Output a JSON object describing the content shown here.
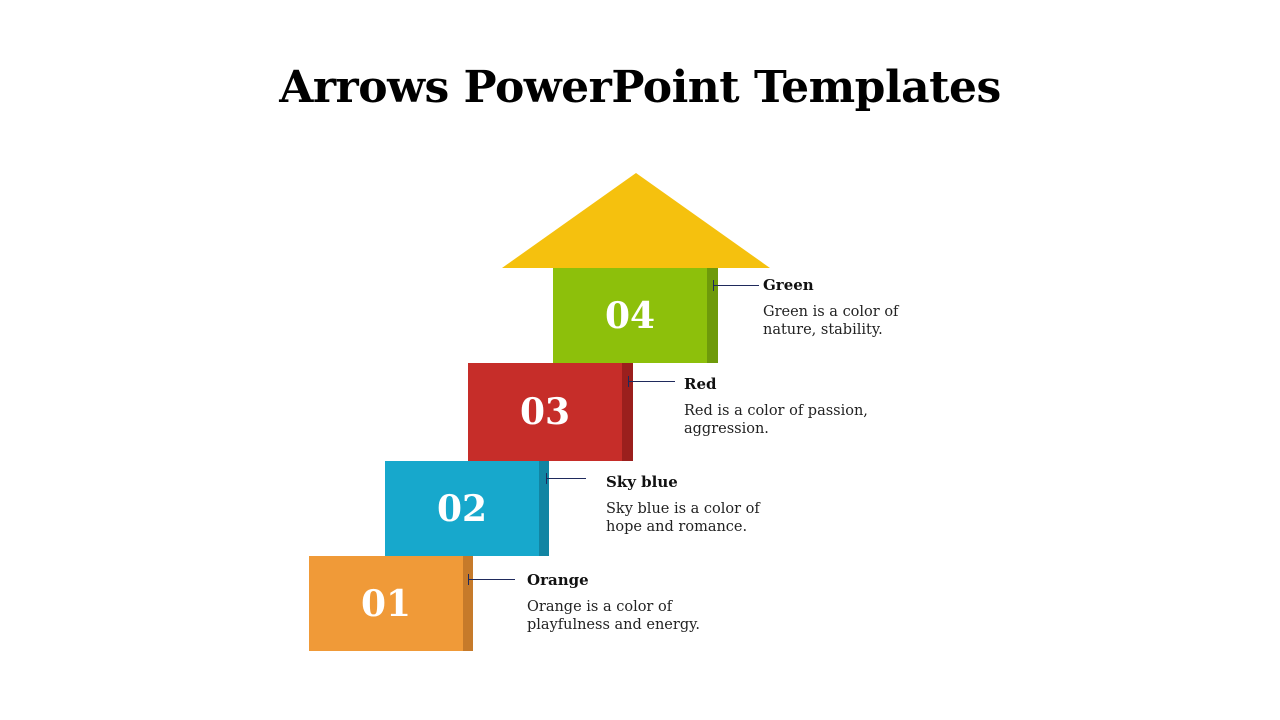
{
  "title": "Arrows PowerPoint Templates",
  "colors": {
    "arrow_head": "#F5C10E",
    "green": "#8DC00B",
    "green_side": "#6E9A0A",
    "red": "#C62D29",
    "red_side": "#9B1F1D",
    "sky_blue": "#17A8CC",
    "sky_blue_side": "#1285A3",
    "orange": "#F09A38",
    "orange_side": "#C67A2A",
    "connector": "#1F2A5C"
  },
  "steps": [
    {
      "number": "01",
      "heading": "Orange",
      "description": "Orange is a color of playfulness and energy."
    },
    {
      "number": "02",
      "heading": "Sky blue",
      "description": "Sky blue is a color of hope and romance."
    },
    {
      "number": "03",
      "heading": "Red",
      "description": "Red is a color of passion, aggression."
    },
    {
      "number": "04",
      "heading": "Green",
      "description": "Green is a color of nature, stability."
    }
  ]
}
